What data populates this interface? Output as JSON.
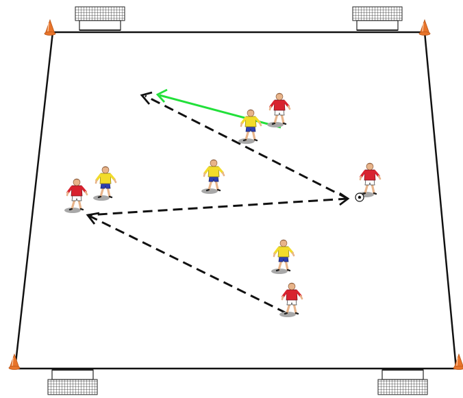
{
  "diagram": {
    "colors": {
      "background": "#ffffff",
      "pitch_line": "#111111",
      "pass_arrow": "#111111",
      "run_arrow": "#22e03a",
      "cone": "#e8742a",
      "red_team_shirt": "#d8232f",
      "red_team_shorts": "#ffffff",
      "yellow_team_shirt": "#f2dc2a",
      "yellow_team_shorts": "#2d3fb0",
      "skin": "#e8b48a",
      "hair": "#6b3a1a",
      "shadow": "#9a9a9a",
      "ball": "#ffffff"
    },
    "icons": {
      "goal": "mini-goal-icon",
      "cone": "cone-icon",
      "player": "player-figure-icon",
      "ball": "soccer-ball-icon"
    },
    "elements": {
      "goals": 4,
      "cones": 4,
      "players_red": 4,
      "players_yellow": 4,
      "balls": 1,
      "pass_arrows": 3,
      "run_arrows": 1
    }
  }
}
